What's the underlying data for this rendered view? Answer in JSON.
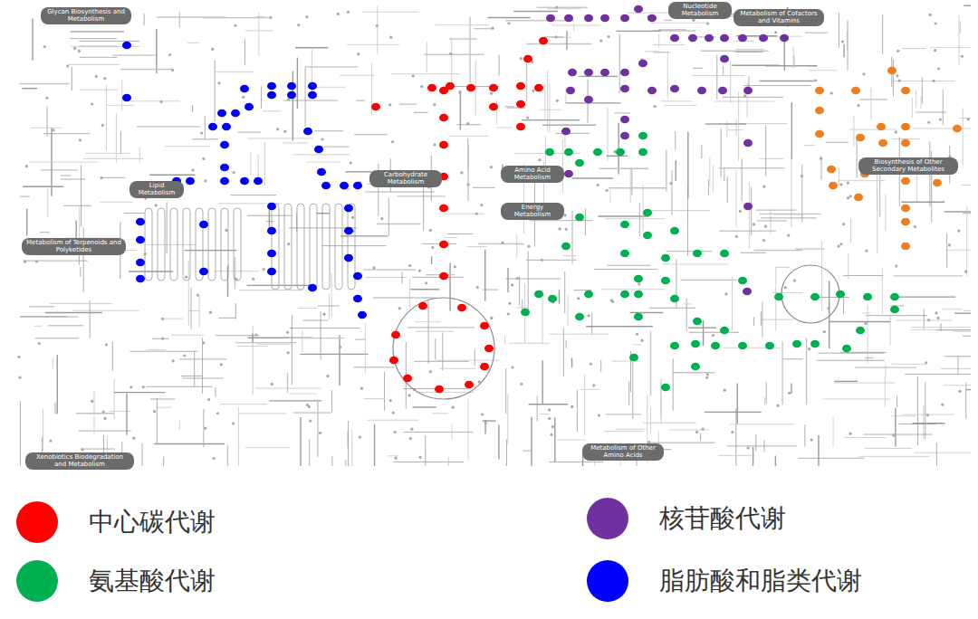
{
  "diagram": {
    "labels": [
      "Glycan Biosynthesis and Metabolism",
      "Nucleotide Metabolism",
      "Metabolism of Cofactors and Vitamins",
      "Lipid Metabolism",
      "Carbohydrate Metabolism",
      "Amino Acid Metabolism",
      "Biosynthesis of Other Secondary Metabolites",
      "Energy Metabolism",
      "Metabolism of Terpenoids and Polyketides",
      "Metabolism of Other Amino Acids",
      "Xenobiotics Biodegradation and Metabolism"
    ],
    "legend": [
      {
        "text": "中心碳代谢",
        "color": "#ff0000"
      },
      {
        "text": "核苷酸代谢",
        "color": "#7030a0"
      },
      {
        "text": "氨基酸代谢",
        "color": "#00b050"
      },
      {
        "text": "脂肪酸和脂类代谢",
        "color": "#0000ff"
      }
    ]
  }
}
